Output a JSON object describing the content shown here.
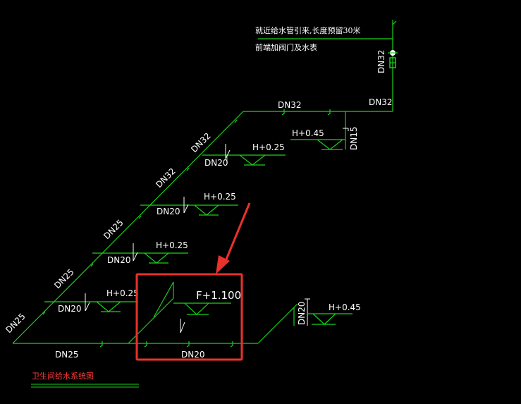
{
  "note": {
    "line1": "就近给水管引来,长度预留30米",
    "line2": "前端加阀门及水表"
  },
  "labels": {
    "dn32_vertical": "DN32",
    "dn32_top_horizontal": "DN32",
    "dn32_corner": "DN32",
    "dn32_diag_1": "DN32",
    "dn32_diag_2": "DN32",
    "dn25_diag_1": "DN25",
    "dn25_diag_2": "DN25",
    "dn25_diag_3": "DN25",
    "dn25_bottom": "DN25",
    "dn20_branch_1": "DN20",
    "dn20_branch_2": "DN20",
    "dn20_branch_3": "DN20",
    "dn20_branch_4": "DN20",
    "dn20_bottom": "DN20",
    "dn15_right": "DN15",
    "dn20_right_vertical": "DN20",
    "h045_top": "H+0.45",
    "h025_1": "H+0.25",
    "h025_2": "H+0.25",
    "h025_3": "H+0.25",
    "h025_4": "H+0.25",
    "f1100": "F+1.100",
    "h045_right": "H+0.45"
  },
  "title": "卫生间给水系统图",
  "colors": {
    "background": "#000000",
    "pipe": "#19d219",
    "text": "#ffffff",
    "highlight": "#e8322a",
    "title": "#ff3b3b"
  }
}
